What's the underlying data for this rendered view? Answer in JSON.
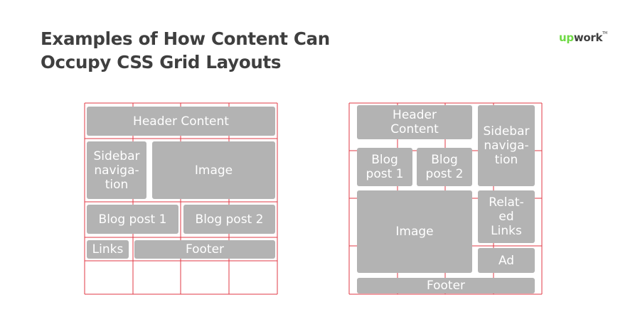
{
  "title": {
    "line1": "Examples of How Content Can",
    "line2": "Occupy CSS Grid Layouts"
  },
  "logo": {
    "up": "up",
    "work": "work",
    "tm": "TM"
  },
  "colors": {
    "grid_line": "#e23a45",
    "block_fill": "#b3b3b3",
    "block_text": "#ffffff",
    "title_text": "#3f3f3f",
    "logo_accent": "#6fda44"
  },
  "layout1": {
    "header": "Header Content",
    "sidebar": "Sidebar\nnaviga-\ntion",
    "image": "Image",
    "blog1": "Blog post 1",
    "blog2": "Blog post 2",
    "links": "Links",
    "footer": "Footer"
  },
  "layout2": {
    "header": "Header\nContent",
    "sidebar": "Sidebar\nnaviga-\ntion",
    "blog1": "Blog\npost 1",
    "blog2": "Blog\npost 2",
    "image": "Image",
    "related": "Relat-\ned\nLinks",
    "ad": "Ad",
    "footer": "Footer"
  }
}
